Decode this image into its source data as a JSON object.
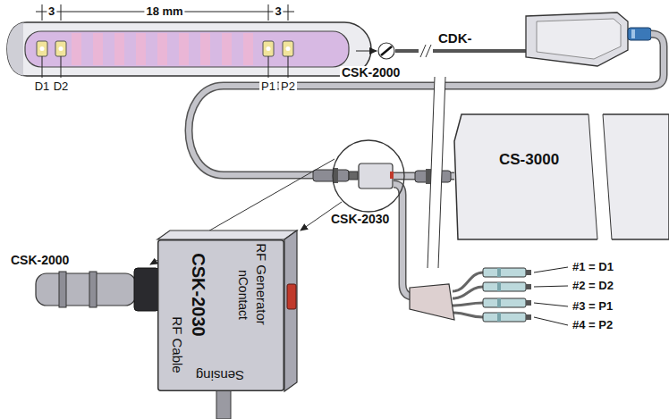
{
  "diagram": {
    "nodes": [
      {
        "text": [
          "CS-3000"
        ]
      },
      {
        "text": [
          "CSK-2030"
        ]
      },
      {
        "text": [
          "CSK-2030",
          "RF Generator",
          "nContact",
          "RF Cable",
          "Sensing"
        ]
      }
    ],
    "edges": [
      {
        "from": 1,
        "to": 0,
        "arrow": "none"
      }
    ],
    "labels": [
      "3",
      "18 mm",
      "3",
      "D1",
      "D2",
      "P1",
      "P2",
      "CDK-",
      "CSK-2000",
      "CSK-2000",
      "#1 = D1",
      "#2 = D2",
      "#3 = P1",
      "#4 = P2"
    ]
  }
}
